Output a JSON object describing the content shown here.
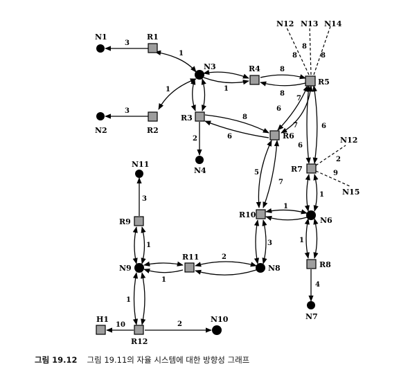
{
  "nodes": {
    "N1": "N1",
    "N2": "N2",
    "N3": "N3",
    "N4": "N4",
    "N6": "N6",
    "N7": "N7",
    "N8": "N8",
    "N9": "N9",
    "N10": "N10",
    "N11": "N11",
    "N12a": "N12",
    "N12b": "N12",
    "N13": "N13",
    "N14": "N14",
    "N15": "N15",
    "R1": "R1",
    "R2": "R2",
    "R3": "R3",
    "R4": "R4",
    "R5": "R5",
    "R6": "R6",
    "R7": "R7",
    "R8": "R8",
    "R9": "R9",
    "R10": "R10",
    "R11": "R11",
    "R12": "R12",
    "H1": "H1"
  },
  "edges": {
    "R1_N1": "3",
    "R1_N3": "1",
    "N3_R2": "1",
    "R2_N2": "3",
    "N3_R4": "1",
    "R4_R5": "8",
    "R5_R4": "8",
    "R3_R6": "8",
    "R6_R3": "6",
    "R3_N4": "2",
    "R5_R6": "7",
    "R6_R5a": "6",
    "R6_R5b": "7",
    "R5_R7": "6",
    "R7_R5": "6",
    "R6_R10": "5",
    "R10_R6": "7",
    "R5_N12": "8",
    "R5_N13": "8",
    "R5_N14": "8",
    "R7_N12": "2",
    "R7_N15": "9",
    "R7_N6": "1",
    "R10_N6": "1",
    "R10_N8": "3",
    "N6_R8": "1",
    "R8_N7": "4",
    "R9_N11": "3",
    "R9_N9": "1",
    "R11_N8": "2",
    "N9_R11": "1",
    "N9_R12": "1",
    "H1_R12": "10",
    "R12_N10": "2"
  },
  "caption": {
    "number": "그림 19.12",
    "text": "그림 19.11의 자율 시스템에 대한 방향성 그래프"
  }
}
